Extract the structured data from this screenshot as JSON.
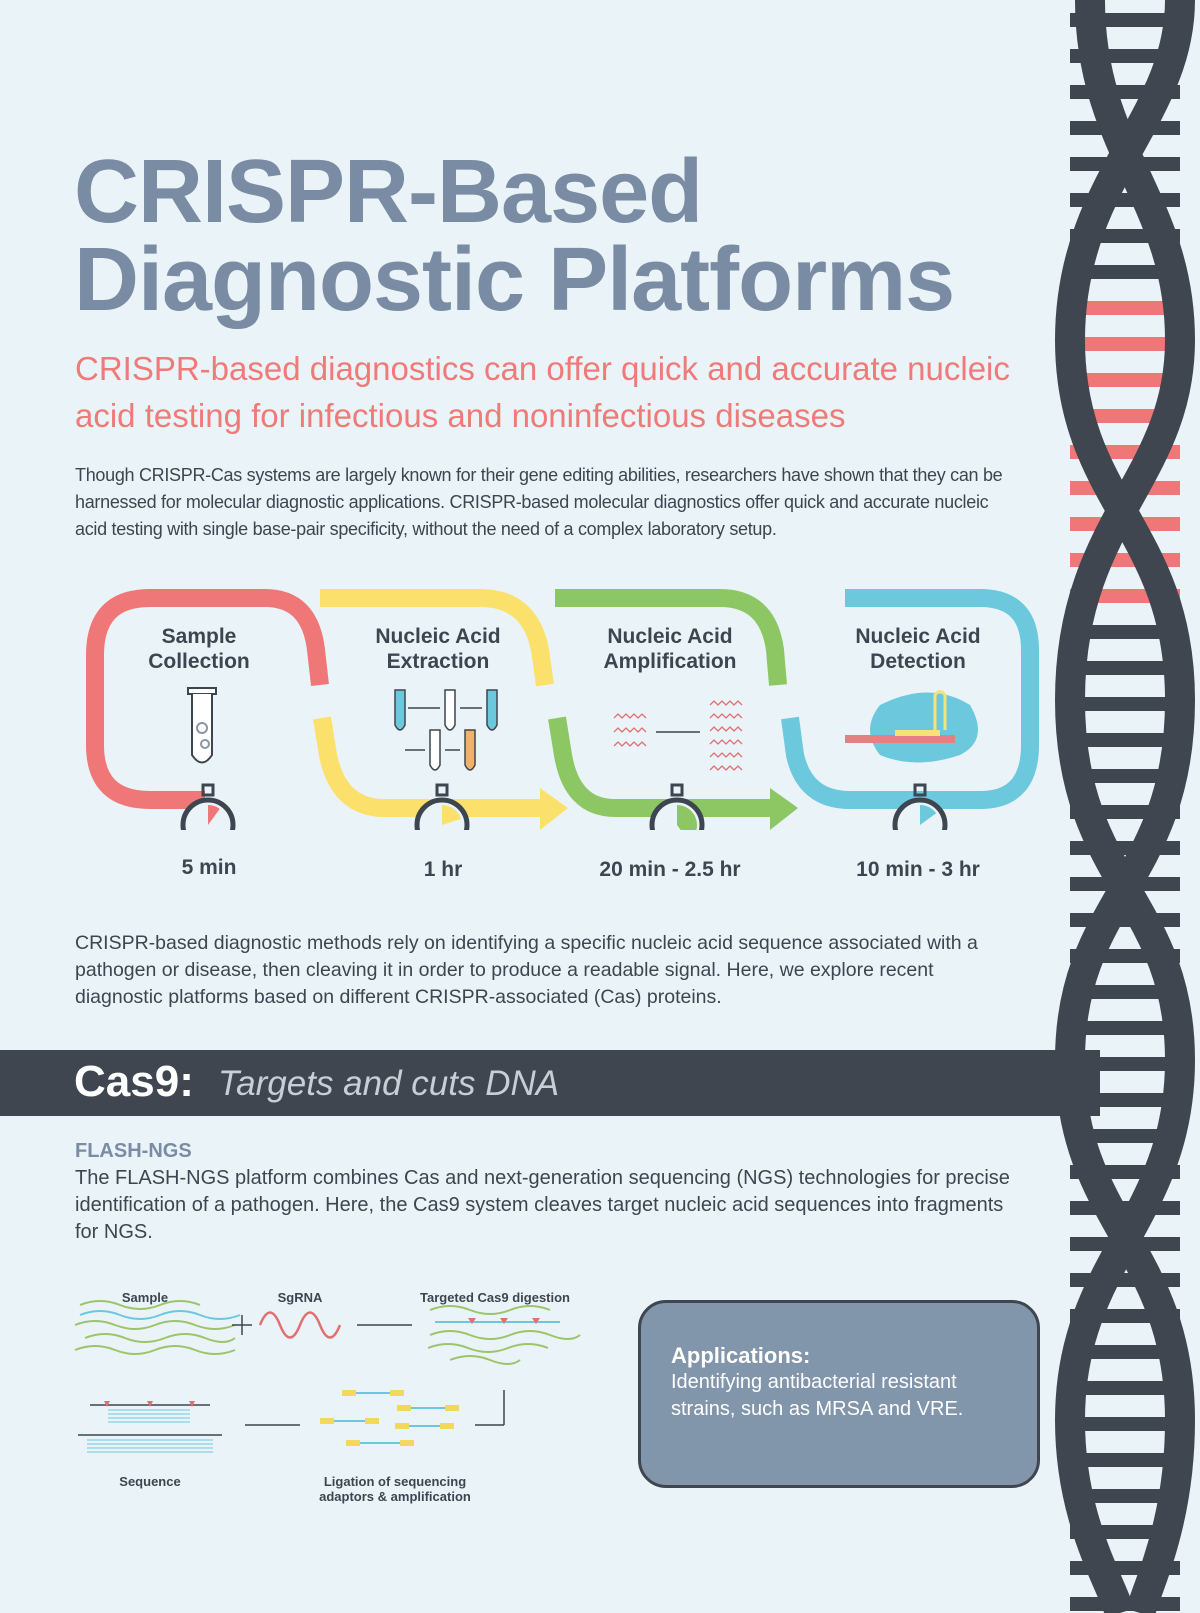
{
  "title": {
    "line1": "CRISPR-Based",
    "line2": "Diagnostic Platforms"
  },
  "subtitle": "CRISPR-based diagnostics can offer quick and accurate nucleic acid testing for infectious and noninfectious diseases",
  "intro": "Though CRISPR-Cas systems are largely known for their gene editing abilities, researchers have shown that they can be harnessed for molecular diagnostic applications. CRISPR-based molecular diagnostics offer quick and accurate nucleic acid testing with single base-pair specificity, without the need of a complex laboratory setup.",
  "workflow": {
    "steps": [
      {
        "title_1": "Sample",
        "title_2": "Collection",
        "time": "5 min",
        "color": "#f07777"
      },
      {
        "title_1": "Nucleic Acid",
        "title_2": "Extraction",
        "time": "1 hr",
        "color": "#fbe06c"
      },
      {
        "title_1": "Nucleic Acid",
        "title_2": "Amplification",
        "time": "20 min - 2.5 hr",
        "color": "#8dc763"
      },
      {
        "title_1": "Nucleic Acid",
        "title_2": "Detection",
        "time": "10 min - 3 hr",
        "color": "#6cc8dd"
      }
    ]
  },
  "intro2": "CRISPR-based diagnostic methods rely on identifying a specific nucleic acid sequence associated with a pathogen or disease, then cleaving it in order to produce a readable signal. Here, we explore recent diagnostic platforms based on different CRISPR-associated (Cas) proteins.",
  "section": {
    "name": "Cas9:",
    "description": "Targets and cuts DNA"
  },
  "flash": {
    "title": "FLASH-NGS",
    "text": "The FLASH-NGS platform combines Cas and next-generation sequencing (NGS) technologies for precise identification of a pathogen. Here, the Cas9 system cleaves target nucleic acid sequences into fragments for NGS.",
    "diagram_labels": {
      "sample": "Sample",
      "sgrna": "SgRNA",
      "digestion": "Targeted Cas9 digestion",
      "sequence": "Sequence",
      "ligation": "Ligation of sequencing adaptors & amplification"
    }
  },
  "applications": {
    "title": "Applications:",
    "text": "Identifying antibacterial resistant strains, such as MRSA and VRE."
  },
  "colors": {
    "title": "#7a8ca3",
    "accent": "#ef7a78",
    "dark": "#3f4650",
    "background": "#eaf4f8"
  }
}
